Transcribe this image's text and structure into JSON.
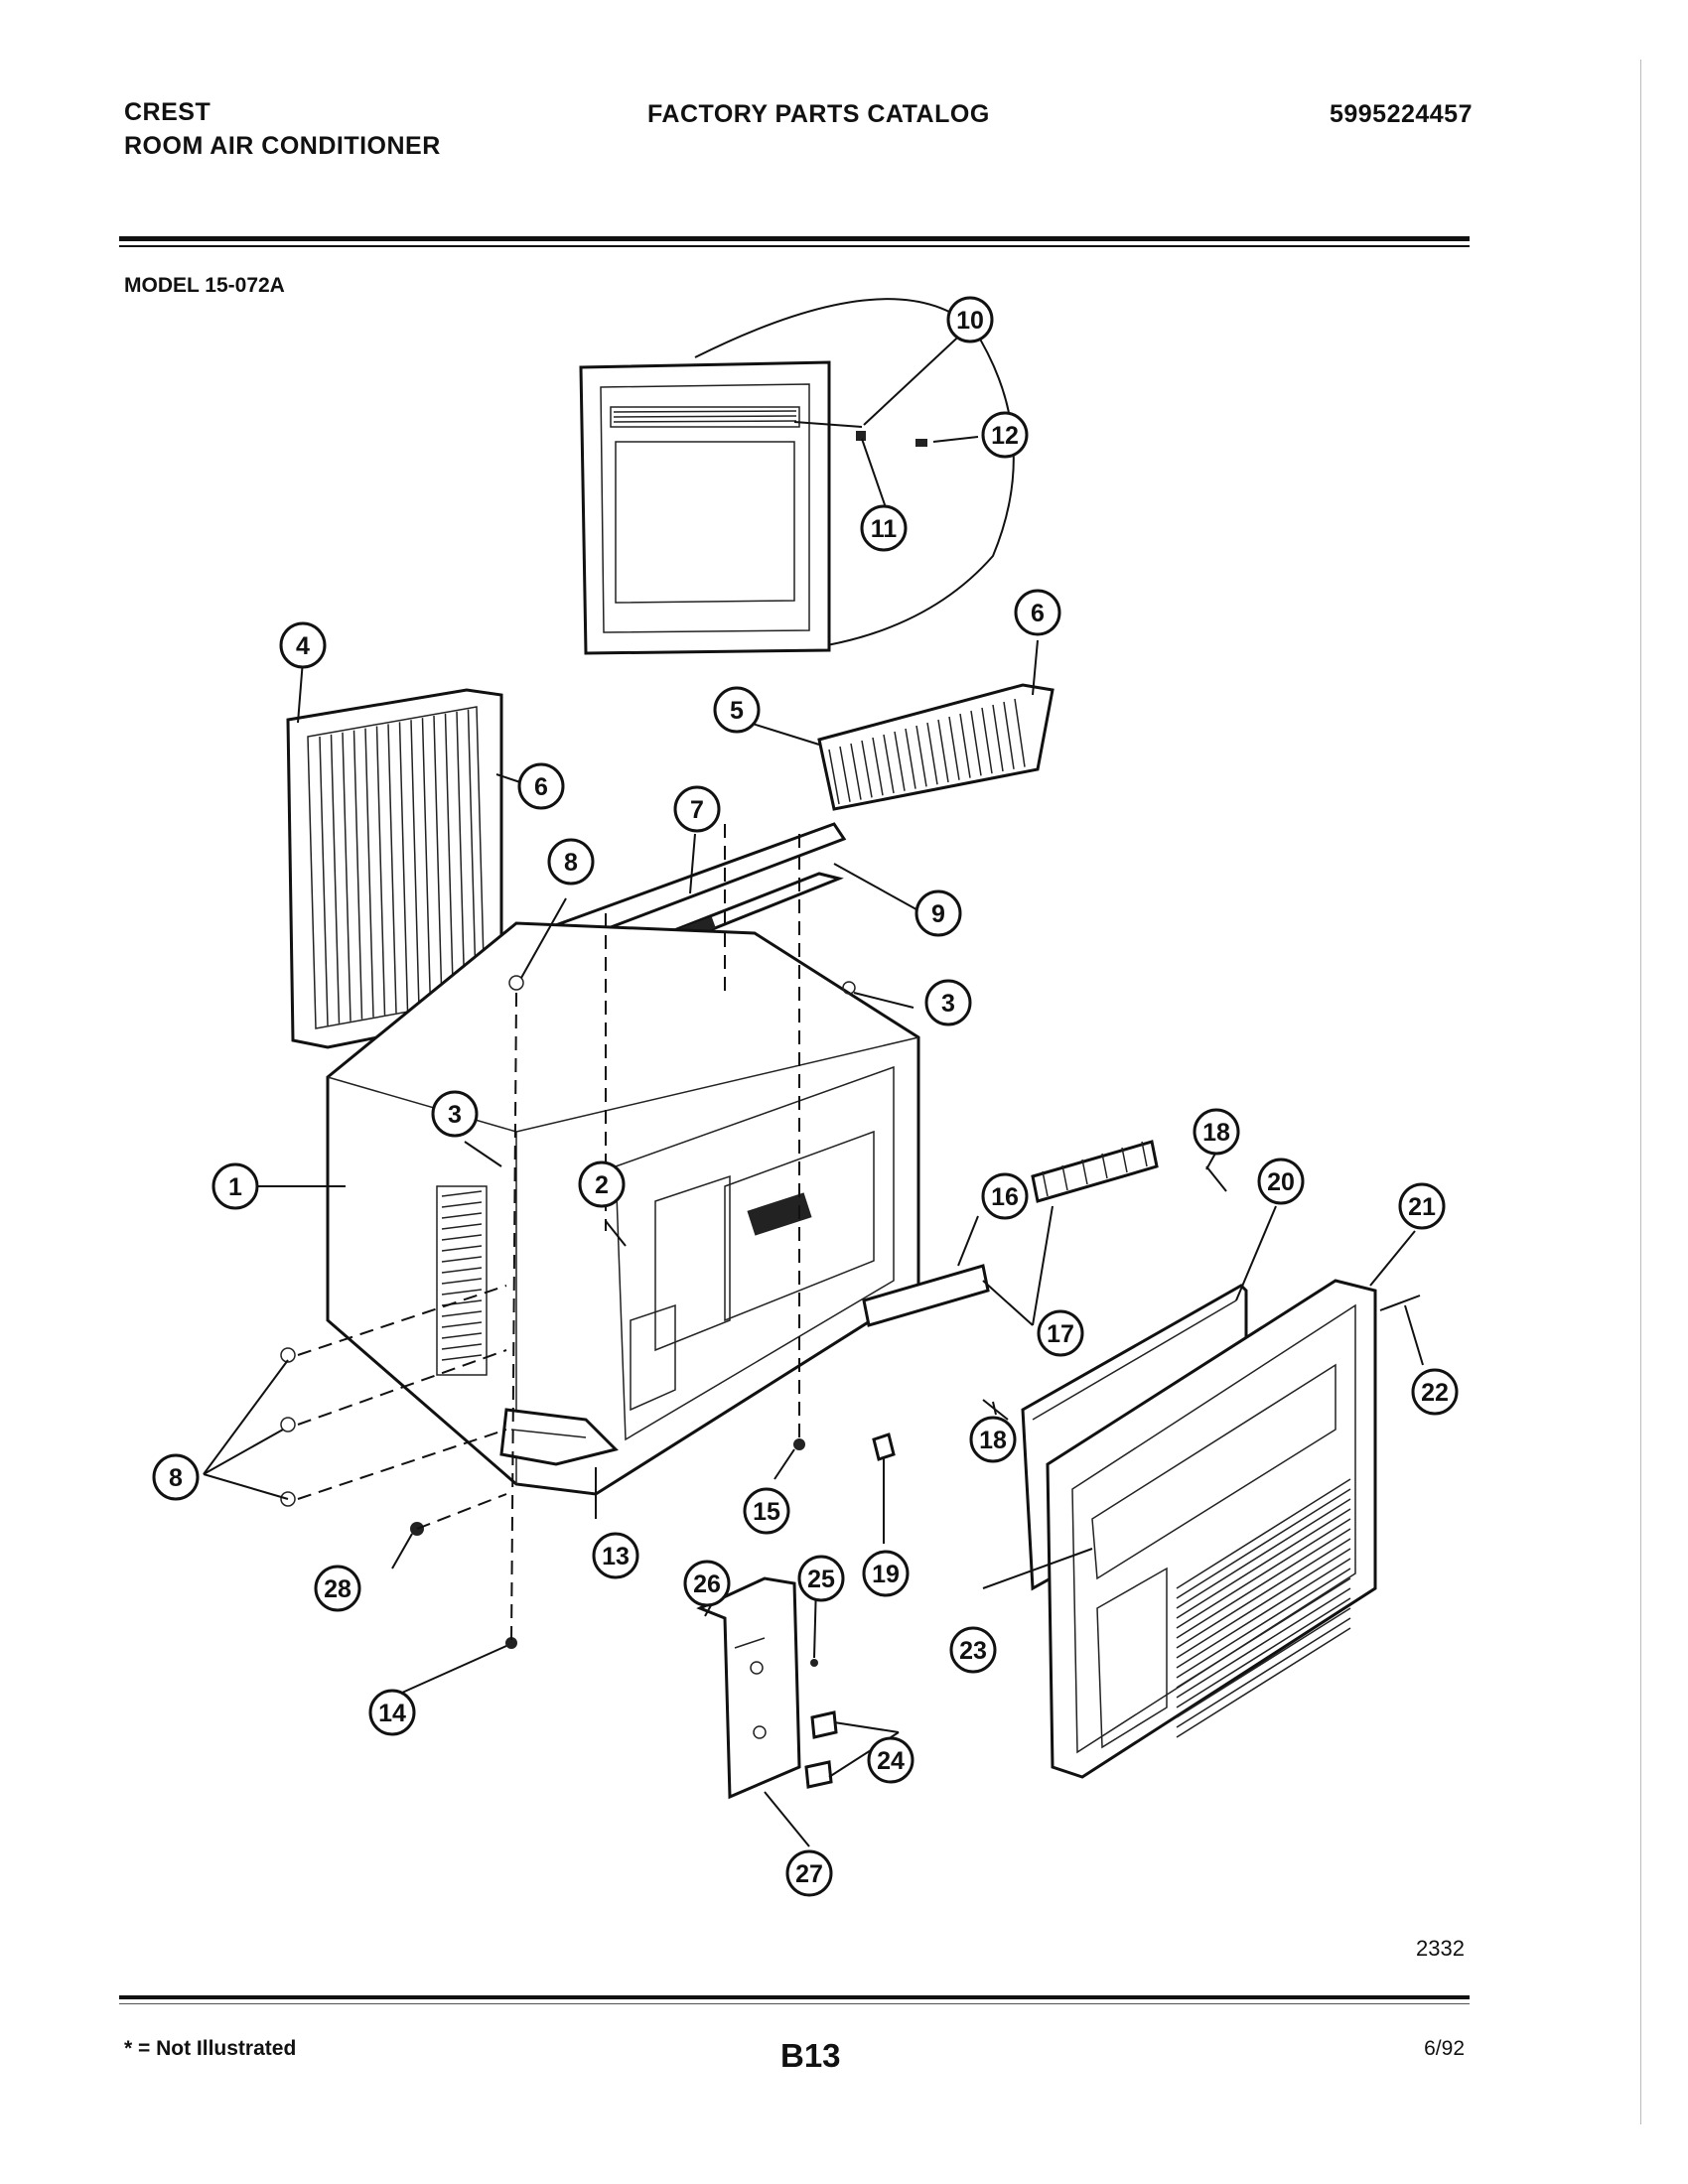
{
  "header": {
    "brand_line1": "CREST",
    "brand_line2": "ROOM AIR CONDITIONER",
    "catalog_title": "FACTORY PARTS CATALOG",
    "document_number": "5995224457",
    "model": "MODEL 15-072A"
  },
  "figure": {
    "figure_number": "2332",
    "callouts": [
      {
        "id": "c10",
        "label": "10"
      },
      {
        "id": "c12",
        "label": "12"
      },
      {
        "id": "c11",
        "label": "11"
      },
      {
        "id": "c4",
        "label": "4"
      },
      {
        "id": "c6a",
        "label": "6"
      },
      {
        "id": "c6b",
        "label": "6"
      },
      {
        "id": "c5",
        "label": "5"
      },
      {
        "id": "c7",
        "label": "7"
      },
      {
        "id": "c8a",
        "label": "8"
      },
      {
        "id": "c9",
        "label": "9"
      },
      {
        "id": "c3a",
        "label": "3"
      },
      {
        "id": "c3b",
        "label": "3"
      },
      {
        "id": "c1",
        "label": "1"
      },
      {
        "id": "c2",
        "label": "2"
      },
      {
        "id": "c18a",
        "label": "18"
      },
      {
        "id": "c20",
        "label": "20"
      },
      {
        "id": "c21",
        "label": "21"
      },
      {
        "id": "c16",
        "label": "16"
      },
      {
        "id": "c17",
        "label": "17"
      },
      {
        "id": "c22",
        "label": "22"
      },
      {
        "id": "c18b",
        "label": "18"
      },
      {
        "id": "c8b",
        "label": "8"
      },
      {
        "id": "c15",
        "label": "15"
      },
      {
        "id": "c13",
        "label": "13"
      },
      {
        "id": "c19",
        "label": "19"
      },
      {
        "id": "c28",
        "label": "28"
      },
      {
        "id": "c26",
        "label": "26"
      },
      {
        "id": "c25",
        "label": "25"
      },
      {
        "id": "c23",
        "label": "23"
      },
      {
        "id": "c24",
        "label": "24"
      },
      {
        "id": "c14",
        "label": "14"
      },
      {
        "id": "c27",
        "label": "27"
      }
    ]
  },
  "footer": {
    "footnote": "* = Not Illustrated",
    "page_code": "B13",
    "date": "6/92"
  }
}
